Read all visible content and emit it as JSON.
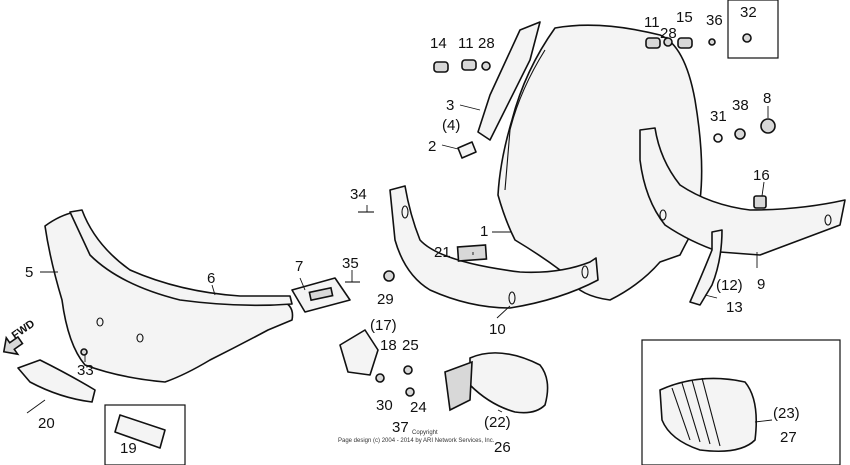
{
  "callouts": {
    "c1": "1",
    "c2": "2",
    "c3": "3",
    "c4": "(4)",
    "c5": "5",
    "c6": "6",
    "c7": "7",
    "c8": "8",
    "c9": "9",
    "c10": "10",
    "c11a": "11",
    "c11b": "11",
    "c12": "(12)",
    "c13": "13",
    "c14": "14",
    "c15": "15",
    "c16": "16",
    "c17": "(17)",
    "c18": "18",
    "c19": "19",
    "c20": "20",
    "c21": "21",
    "c22": "(22)",
    "c23": "(23)",
    "c24": "24",
    "c25": "25",
    "c26": "26",
    "c27": "27",
    "c28a": "28",
    "c28b": "28",
    "c29": "29",
    "c30": "30",
    "c31": "31",
    "c32": "32",
    "c33": "33",
    "c34": "34",
    "c35": "35",
    "c36": "36",
    "c37": "37",
    "c38": "38"
  },
  "fwd_label": "FWD",
  "copyright_line1": "Copyright",
  "copyright_line2": "Page design (c) 2004 - 2014 by ARI Network Services, Inc.",
  "colors": {
    "ink": "#111111",
    "paper": "#ffffff",
    "part_fill": "#f4f4f4"
  }
}
